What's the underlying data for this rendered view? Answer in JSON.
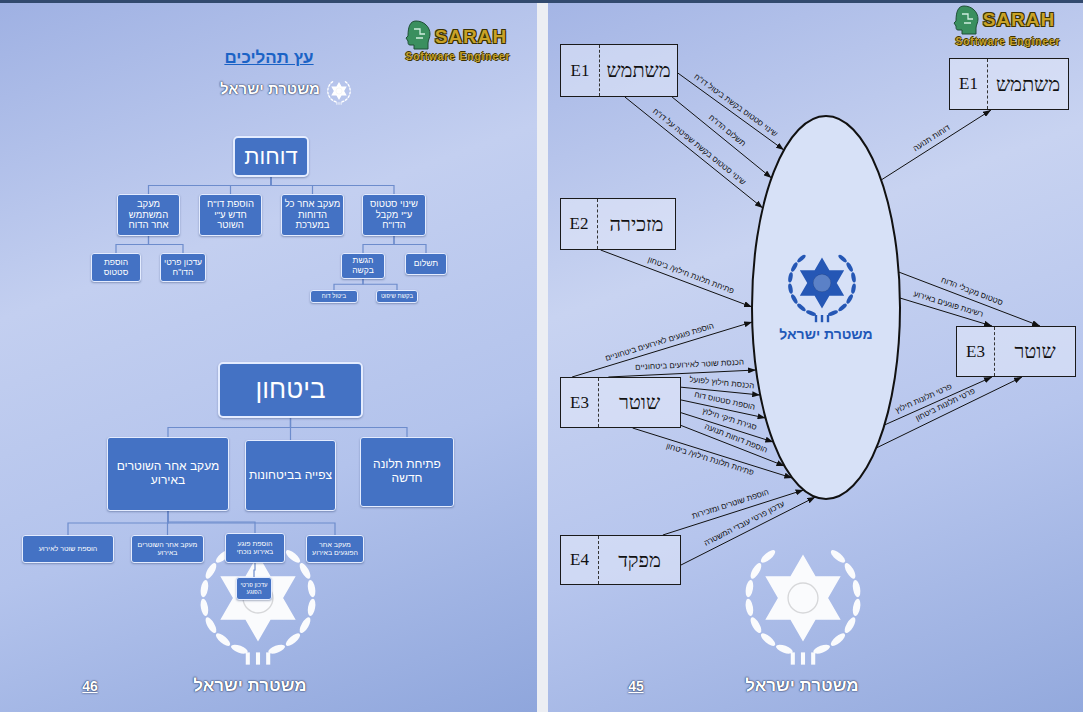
{
  "diagram": {
    "title": "עץ תהליכים",
    "nodes": [
      {
        "text": [
          "משתמש",
          "E1"
        ]
      },
      {
        "text": [
          "משתמש",
          "E1"
        ]
      },
      {
        "text": [
          "מזכירה",
          "E2"
        ]
      },
      {
        "text": [
          "משטרת ישראל"
        ]
      },
      {
        "text": [
          "שוטר",
          "E3"
        ]
      },
      {
        "text": [
          "שוטר",
          "E3"
        ]
      },
      {
        "text": [
          "מפקד",
          "E4"
        ]
      },
      {
        "text": [
          "דוחות"
        ]
      },
      {
        "text": [
          "שינוי סטטוס ע\"י מקבל הדו\"ח"
        ]
      },
      {
        "text": [
          "מעקב אחר כל הדוחות במערכת"
        ]
      },
      {
        "text": [
          "הוספת דו\"ח חדש ע\"י השוטר"
        ]
      },
      {
        "text": [
          "מעקב המשתמש אחר הדוח"
        ]
      },
      {
        "text": [
          "תשלום"
        ]
      },
      {
        "text": [
          "הגשת בקשה"
        ]
      },
      {
        "text": [
          "עדכון פרטי הדו\"ח"
        ]
      },
      {
        "text": [
          "הוספת סטטוס"
        ]
      },
      {
        "text": [
          "בקשת שיפוט"
        ]
      },
      {
        "text": [
          "ביטול דוח"
        ]
      },
      {
        "text": [
          "ביטחון"
        ]
      },
      {
        "text": [
          "פתיחת תלונה חדשה"
        ]
      },
      {
        "text": [
          "צפייה בביטחונות"
        ]
      },
      {
        "text": [
          "מעקב אחר השוטרים באירוע"
        ]
      },
      {
        "text": [
          "מעקב אחר הפוגעים באירוע"
        ]
      },
      {
        "text": [
          "הוספת פוגע באירוע נוכחי"
        ]
      },
      {
        "text": [
          "מעקב אחר השוטרים באירוע"
        ]
      },
      {
        "text": [
          "הוספת שוטר לאירוע"
        ]
      },
      {
        "text": [
          "עדכון פרטי הפוגע"
        ]
      }
    ],
    "edges": [
      {
        "from": 1,
        "to": 3,
        "arrow": "to",
        "label": "שינוי סטטוס בקשת ביטול דו\"ח"
      },
      {
        "from": 1,
        "to": 3,
        "arrow": "to",
        "label": "תשלום הדו\"ח"
      },
      {
        "from": 1,
        "to": 3,
        "arrow": "to",
        "label": "שינוי סטטוס בקשת שפיטה על דו\"ח"
      },
      {
        "from": 3,
        "to": 0,
        "arrow": "to",
        "label": "דוחות תנועה"
      },
      {
        "from": 2,
        "to": 3,
        "arrow": "to",
        "label": "פתיחת תלונת חילוץ/ ביטחון"
      },
      {
        "from": 3,
        "to": 4,
        "arrow": "to",
        "label": "סטטוס מקבלי הדוח"
      },
      {
        "from": 3,
        "to": 4,
        "arrow": "to",
        "label": "רשימת פוגעים באירוע"
      },
      {
        "from": 5,
        "to": 3,
        "arrow": "to",
        "label": "הוספת פוגעים לאירועים ביטחוניים"
      },
      {
        "from": 5,
        "to": 3,
        "arrow": "to",
        "label": "הכנסת שוטר לאירועים ביטחוניים"
      },
      {
        "from": 5,
        "to": 3,
        "arrow": "to",
        "label": "הכנסת חילוץ לפועל"
      },
      {
        "from": 5,
        "to": 3,
        "arrow": "to",
        "label": "הוספת סטטוס דוח"
      },
      {
        "from": 5,
        "to": 3,
        "arrow": "to",
        "label": "סגירת תיקי חילוץ"
      },
      {
        "from": 5,
        "to": 3,
        "arrow": "to",
        "label": "הוספת דוחות תנועה"
      },
      {
        "from": 5,
        "to": 3,
        "arrow": "to",
        "label": "פתיחת תלונת חילוץ/ ביטחון"
      },
      {
        "from": 3,
        "to": 4,
        "arrow": "to",
        "label": "פרטי תלונות חילוץ"
      },
      {
        "from": 3,
        "to": 4,
        "arrow": "to",
        "label": "פרטי תלונות ביטחון"
      },
      {
        "from": 6,
        "to": 3,
        "arrow": "to",
        "label": "הוספת שוטרים ומזכירות"
      },
      {
        "from": 6,
        "to": 3,
        "arrow": "to",
        "label": "עדכון פרטי עובדי המשטרה"
      },
      {
        "from": 7,
        "to": 8,
        "arrow": "none"
      },
      {
        "from": 7,
        "to": 9,
        "arrow": "none"
      },
      {
        "from": 7,
        "to": 10,
        "arrow": "none"
      },
      {
        "from": 7,
        "to": 11,
        "arrow": "none"
      },
      {
        "from": 8,
        "to": 12,
        "arrow": "none"
      },
      {
        "from": 8,
        "to": 13,
        "arrow": "none"
      },
      {
        "from": 11,
        "to": 14,
        "arrow": "none"
      },
      {
        "from": 11,
        "to": 15,
        "arrow": "none"
      },
      {
        "from": 13,
        "to": 16,
        "arrow": "none"
      },
      {
        "from": 13,
        "to": 17,
        "arrow": "none"
      },
      {
        "from": 18,
        "to": 19,
        "arrow": "none"
      },
      {
        "from": 18,
        "to": 20,
        "arrow": "none"
      },
      {
        "from": 18,
        "to": 21,
        "arrow": "none"
      },
      {
        "from": 21,
        "to": 22,
        "arrow": "none"
      },
      {
        "from": 21,
        "to": 23,
        "arrow": "none"
      },
      {
        "from": 21,
        "to": 24,
        "arrow": "none"
      },
      {
        "from": 21,
        "to": 25,
        "arrow": "none"
      },
      {
        "from": 23,
        "to": 26,
        "arrow": "none"
      }
    ],
    "labels": [
      "משטרת ישראל",
      "SARAH",
      "Software Engineer",
      "SARAH",
      "Software Engineer",
      "משטרת ישראל",
      "46",
      "משטרת ישראל",
      "45"
    ]
  }
}
